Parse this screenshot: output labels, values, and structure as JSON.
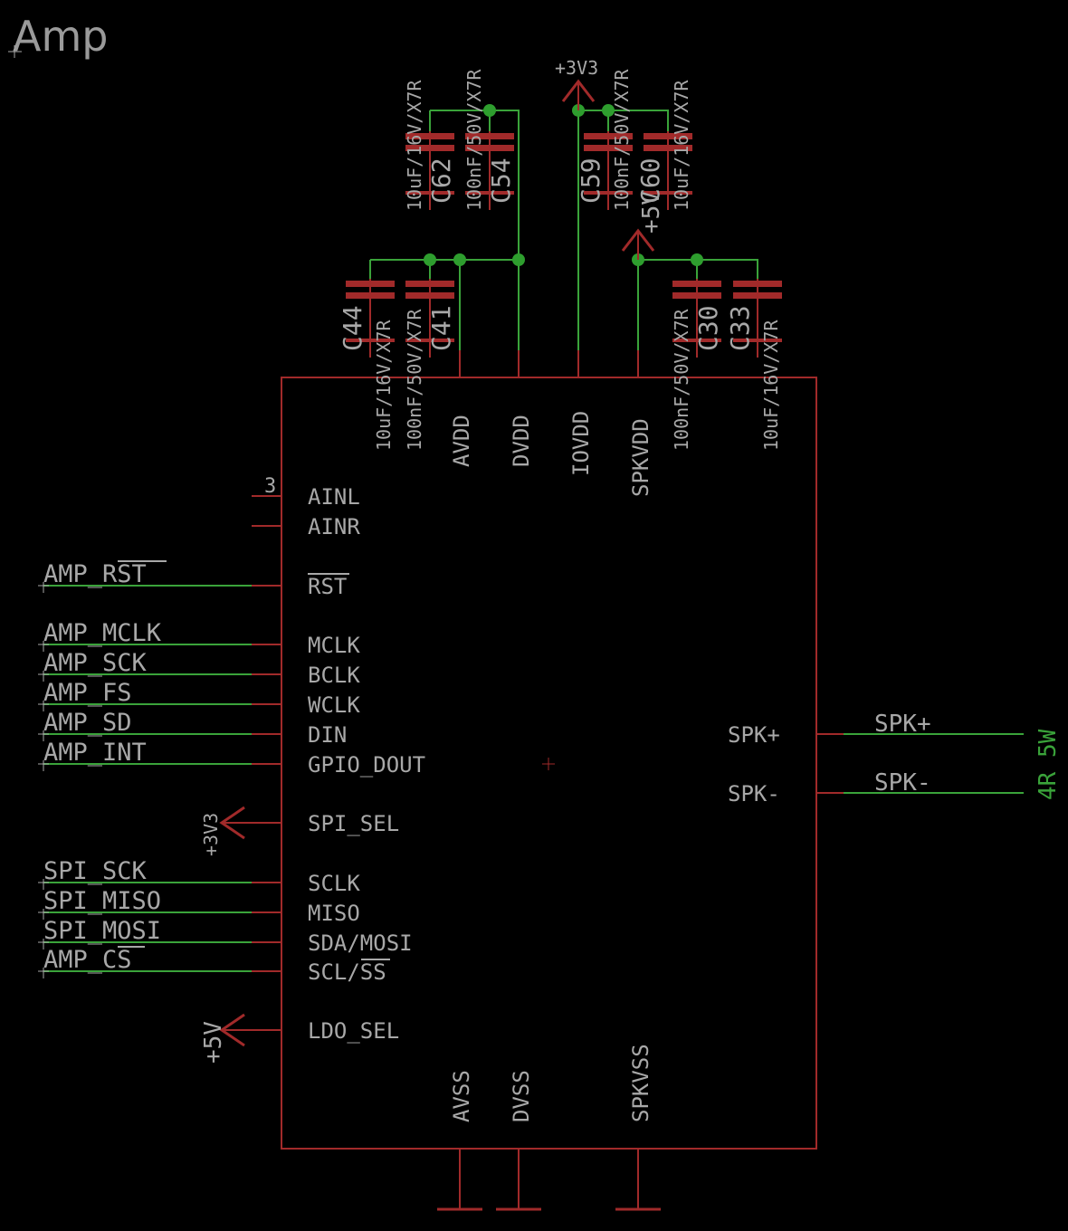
{
  "sheet": {
    "title": "Amp",
    "colors": {
      "background": "#000000",
      "wire": "#3aa33a",
      "pin": "#a12a2a",
      "text": "#a8a8a8",
      "junction": "#2e9e2e"
    }
  },
  "ic": {
    "pin_number_label": "3",
    "left_pins": [
      {
        "name": "AINL",
        "net": ""
      },
      {
        "name": "AINR",
        "net": ""
      },
      {
        "name": "RST",
        "overbar": true,
        "net": "AMP_RST",
        "net_overbar_part": "RST"
      },
      {
        "name": "MCLK",
        "net": "AMP_MCLK"
      },
      {
        "name": "BCLK",
        "net": "AMP_SCK"
      },
      {
        "name": "WCLK",
        "net": "AMP_FS"
      },
      {
        "name": "DIN",
        "net": "AMP_SD"
      },
      {
        "name": "GPIO_DOUT",
        "net": "AMP_INT"
      },
      {
        "name": "SPI_SEL",
        "supply": "+3V3"
      },
      {
        "name": "SCLK",
        "net": "SPI_SCK"
      },
      {
        "name": "MISO",
        "net": "SPI_MISO"
      },
      {
        "name": "SDA/MOSI",
        "net": "SPI_MOSI"
      },
      {
        "name": "SCL/SS",
        "net": "AMP_CS"
      },
      {
        "name": "LDO_SEL",
        "supply": "+5V"
      }
    ],
    "top_pins": [
      "AVDD",
      "DVDD",
      "IOVDD",
      "SPKVDD"
    ],
    "bottom_pins": [
      "AVSS",
      "DVSS",
      "SPKVSS"
    ],
    "right_pins": [
      {
        "name": "SPK+",
        "net": "SPK+"
      },
      {
        "name": "SPK-",
        "net": "SPK-"
      }
    ],
    "speaker_label": "4R 5W"
  },
  "labels": {
    "net_amp_rst_prefix": "AMP_",
    "net_amp_rst_bar": "RST",
    "pin_rst": "RST",
    "net_amp_cs_prefix": "AMP_",
    "net_amp_cs_bar": "CS",
    "pin_scl": "SCL/",
    "pin_ss_bar": "SS"
  },
  "supplies": {
    "v33": "+3V3",
    "v5": "+5V"
  },
  "capacitors": [
    {
      "ref": "C62",
      "value": "10uF/16V/X7R"
    },
    {
      "ref": "C54",
      "value": "100nF/50V/X7R"
    },
    {
      "ref": "C59",
      "value": "100nF/50V/X7R"
    },
    {
      "ref": "C60",
      "value": "10uF/16V/X7R"
    },
    {
      "ref": "C44",
      "value": "10uF/16V/X7R"
    },
    {
      "ref": "C41",
      "value": "100nF/50V/X7R"
    },
    {
      "ref": "C30",
      "value": "100nF/50V/X7R"
    },
    {
      "ref": "C33",
      "value": "10uF/16V/X7R"
    }
  ]
}
